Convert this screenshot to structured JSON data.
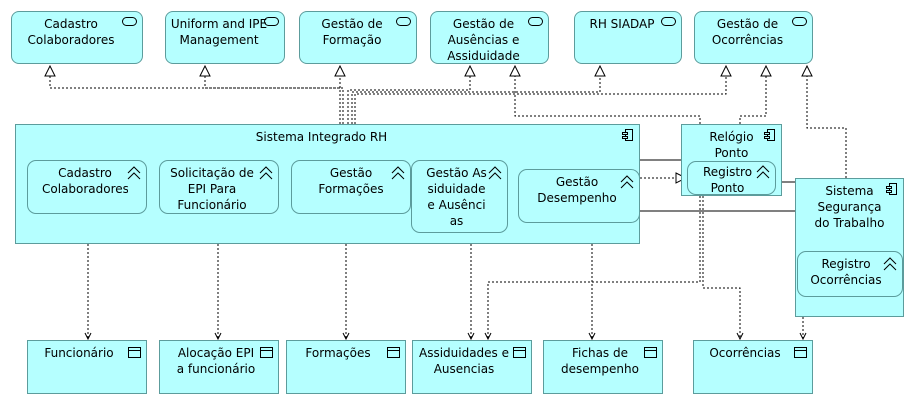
{
  "services": [
    {
      "id": "svc-cadastro",
      "label": "Cadastro Colaboradores"
    },
    {
      "id": "svc-uniform",
      "label": "Uniform and IPE Management"
    },
    {
      "id": "svc-formacao",
      "label": "Gestão de Formação"
    },
    {
      "id": "svc-ausencias",
      "label": "Gestão de Ausências e Assiduidade"
    },
    {
      "id": "svc-siadap",
      "label": "RH SIADAP"
    },
    {
      "id": "svc-ocorrencias",
      "label": "Gestão de Ocorrências"
    }
  ],
  "components": {
    "sistema_rh": "Sistema Integrado RH",
    "relogio": "Relógio Ponto",
    "seguranca": "Sistema Segurança do Trabalho"
  },
  "functions": {
    "cadastro": "Cadastro Colaboradores",
    "epi": "Solicitação de EPI Para Funcionário",
    "formacoes": "Gestão Formações",
    "assiduidade": "Gestão Assiduidade e Ausências",
    "desempenho": "Gestão Desempenho",
    "registro_ponto": "Registro Ponto",
    "registro_ocorrencias": "Registro Ocorrências"
  },
  "data_objects": [
    {
      "id": "obj-funcionario",
      "label": "Funcionário"
    },
    {
      "id": "obj-epi",
      "label": "Alocação EPI a funcionário"
    },
    {
      "id": "obj-formacoes",
      "label": "Formações"
    },
    {
      "id": "obj-assiduidades",
      "label": "Assiduidades e Ausencias"
    },
    {
      "id": "obj-fichas",
      "label": "Fichas de desempenho"
    },
    {
      "id": "obj-ocorrencias",
      "label": "Ocorrências"
    }
  ],
  "colors": {
    "fill": "#b5ffff",
    "border": "#5c9c9c",
    "line": "#000000"
  }
}
